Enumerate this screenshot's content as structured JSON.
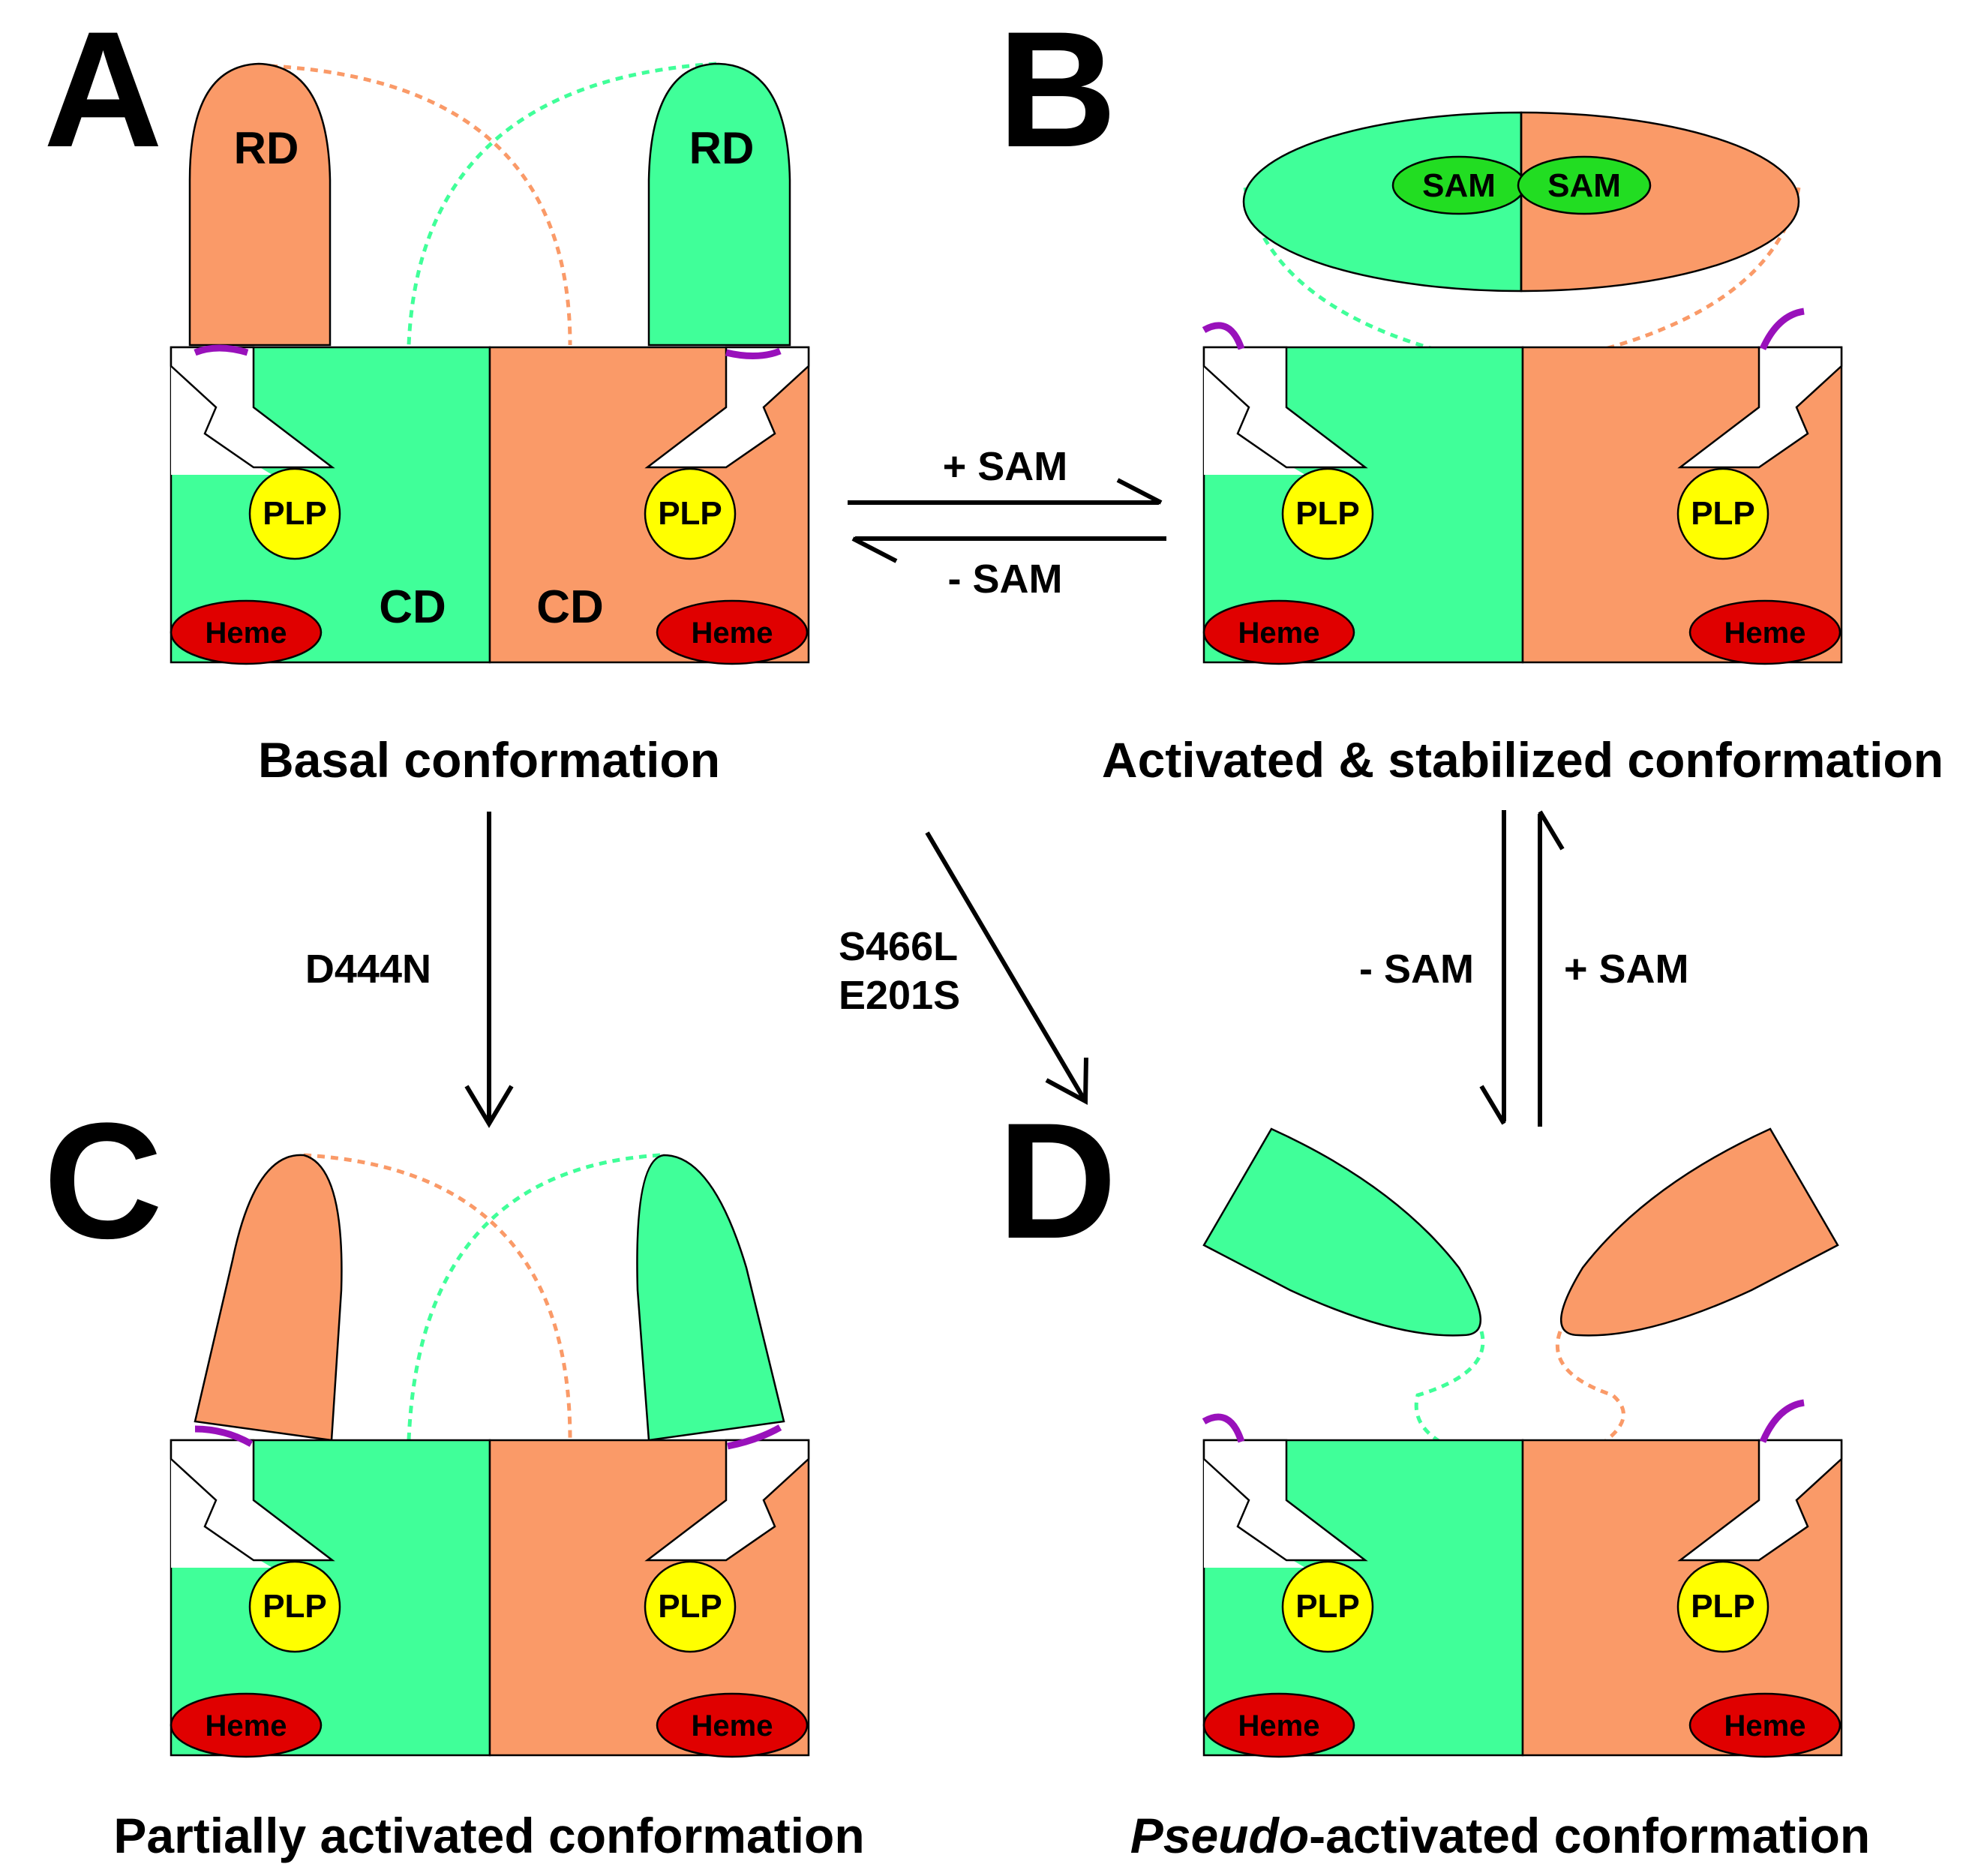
{
  "panels": {
    "A": {
      "letter": "A",
      "caption": "Basal conformation",
      "rd_label": "RD",
      "cd_label": "CD"
    },
    "B": {
      "letter": "B",
      "caption": "Activated & stabilized conformation"
    },
    "C": {
      "letter": "C",
      "caption": "Partially activated conformation"
    },
    "D": {
      "letter": "D",
      "caption_italic": "Pseudo",
      "caption_rest": "-activated conformation"
    }
  },
  "components": {
    "plp": "PLP",
    "heme": "Heme",
    "sam": "SAM"
  },
  "transitions": {
    "a_to_b_plus": "+ SAM",
    "b_to_a_minus": "- SAM",
    "a_to_c": "D444N",
    "a_to_d_line1": "S466L",
    "a_to_d_line2": "E201S",
    "b_to_d_minus": "- SAM",
    "d_to_b_plus": "+ SAM"
  },
  "colors": {
    "green": "#40FF99",
    "orange": "#FA9A68",
    "plp": "#FFFF00",
    "heme": "#E00000",
    "sam": "#22DD22",
    "linker": "#9911BB",
    "outline": "#000000"
  }
}
